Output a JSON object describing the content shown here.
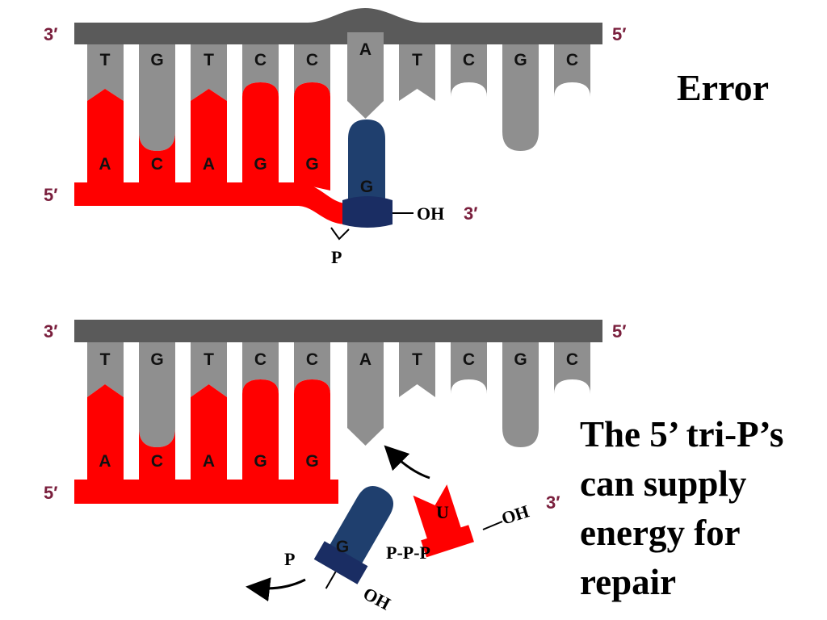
{
  "colors": {
    "backbone_template": "#5a5a5a",
    "base_template": "#8f8f8f",
    "new_strand": "#ff0000",
    "mispaired_nucleotide": "#1f3f6e",
    "triphosphate_nucleotide": "#ff0000",
    "end_label": "#7a1f3d"
  },
  "top_panel": {
    "title": "Error",
    "template_end_left": "3′",
    "template_end_right": "5′",
    "template_bases": [
      "T",
      "G",
      "T",
      "C",
      "C",
      "A",
      "T",
      "C",
      "G",
      "C"
    ],
    "new_strand_end_left": "5′",
    "new_strand_bases": [
      "A",
      "C",
      "A",
      "G",
      "G"
    ],
    "mispaired_base": "G",
    "oh_label": "OH",
    "new_strand_end_right": "3′",
    "phosphate_label": "P"
  },
  "bottom_panel": {
    "template_end_left": "3′",
    "template_end_right": "5′",
    "template_bases": [
      "T",
      "G",
      "T",
      "C",
      "C",
      "A",
      "T",
      "C",
      "G",
      "C"
    ],
    "new_strand_end_left": "5′",
    "new_strand_bases": [
      "A",
      "C",
      "A",
      "G",
      "G"
    ],
    "removed_base": "G",
    "removed_phosphate": "P",
    "removed_oh": "OH",
    "incoming_base": "U",
    "incoming_triphosphate": "P-P-P",
    "incoming_oh": "OH",
    "incoming_end": "3′",
    "caption_lines": [
      "The 5’ tri-P’s",
      "can supply",
      "energy for",
      "repair"
    ]
  }
}
